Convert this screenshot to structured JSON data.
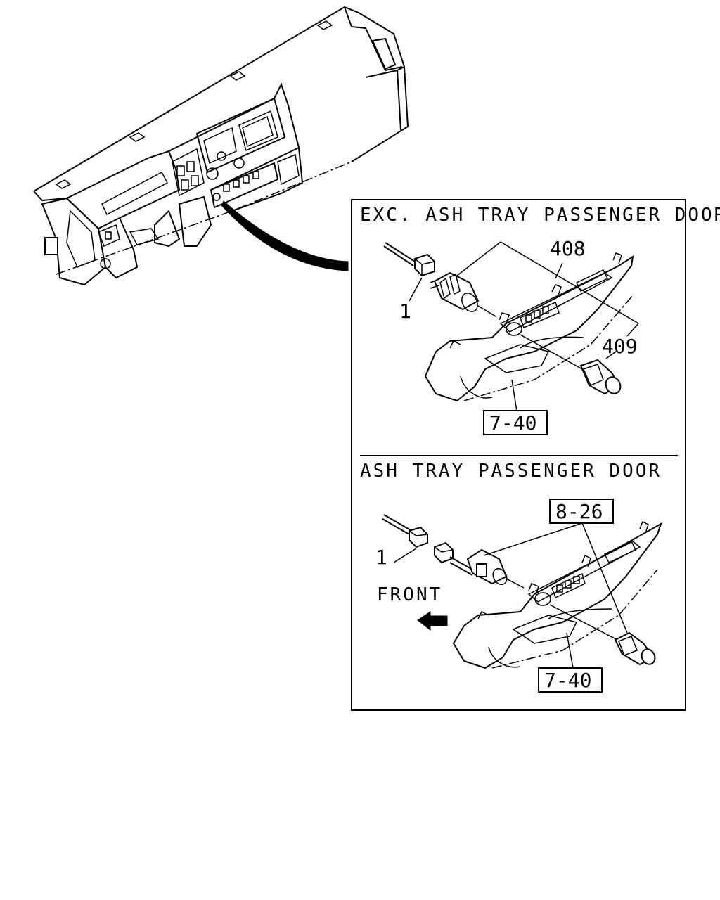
{
  "panels": {
    "top": {
      "heading": "EXC. ASH TRAY PASSENGER DOOR",
      "callouts": [
        "408",
        "409",
        "1"
      ],
      "ref_box": "7-40"
    },
    "bottom": {
      "heading": "ASH TRAY PASSENGER DOOR",
      "callouts": [
        "1"
      ],
      "ref_box_top": "8-26",
      "ref_box_bottom": "7-40",
      "direction_label": "FRONT"
    }
  }
}
